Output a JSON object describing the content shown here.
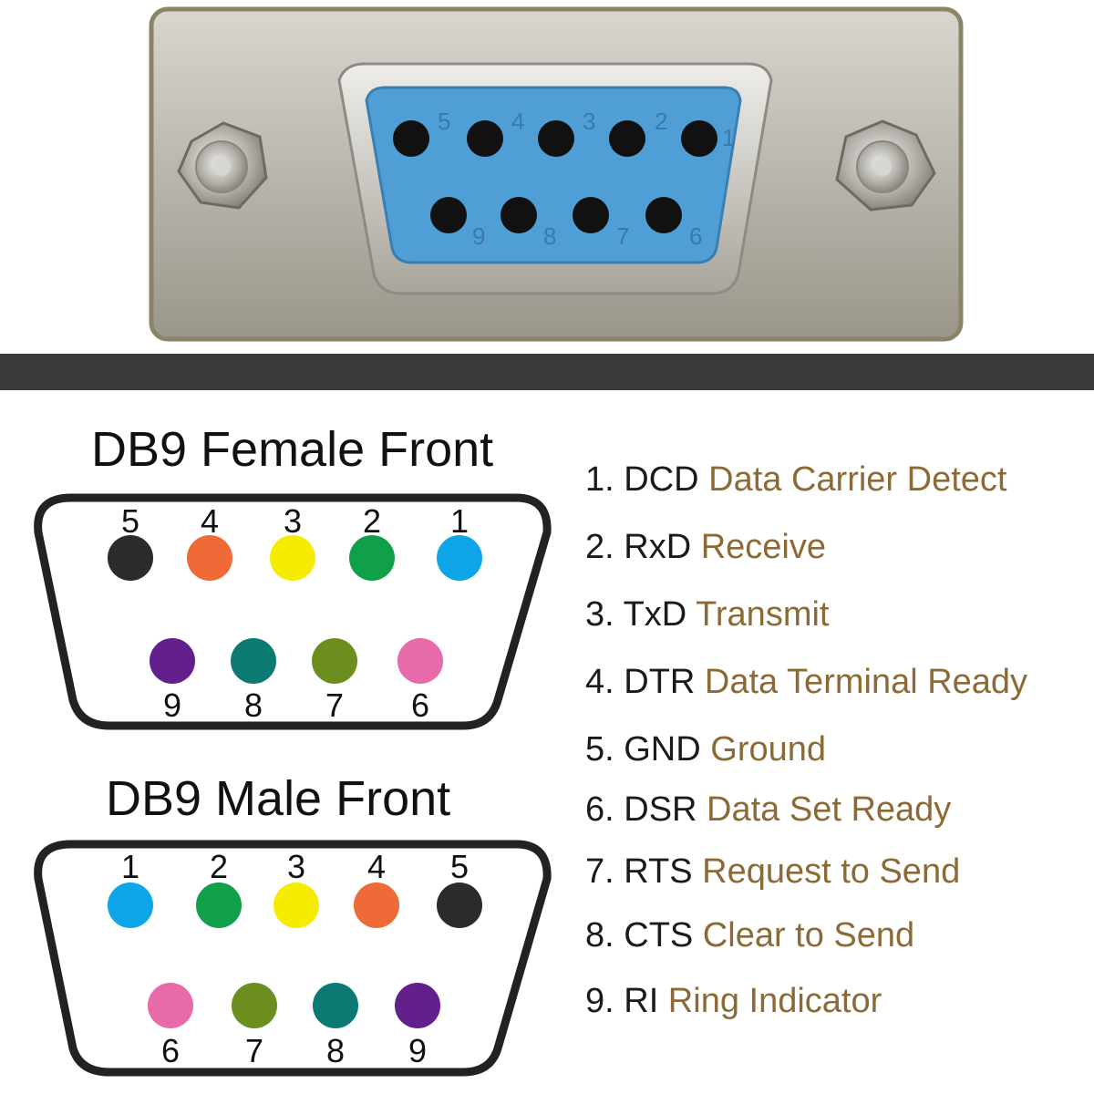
{
  "female": {
    "title": "DB9 Female Front",
    "top_pins": [
      "5",
      "4",
      "3",
      "2",
      "1"
    ],
    "bottom_pins": [
      "9",
      "8",
      "7",
      "6"
    ]
  },
  "male": {
    "title": "DB9 Male Front",
    "top_pins": [
      "1",
      "2",
      "3",
      "4",
      "5"
    ],
    "bottom_pins": [
      "6",
      "7",
      "8",
      "9"
    ]
  },
  "photo_pin_numbers": [
    "5",
    "4",
    "3",
    "2",
    "1",
    "9",
    "8",
    "7",
    "6"
  ],
  "pin_colors": {
    "1": "#0ea5e9",
    "2": "#10a04a",
    "3": "#f5ec00",
    "4": "#ee6a36",
    "5": "#2b2b2b",
    "6": "#e86aa8",
    "7": "#6b8e1f",
    "8": "#0b7a72",
    "9": "#631f8c"
  },
  "colors": {
    "code_text": "#1a1a1a",
    "description_text": "#8b6a36",
    "divider": "#3a3a3a",
    "connector_face": "#4f9fd6"
  },
  "pinout": [
    {
      "code": "1. DCD",
      "desc": "Data Carrier Detect"
    },
    {
      "code": "2. RxD",
      "desc": "Receive"
    },
    {
      "code": "3. TxD",
      "desc": "Transmit"
    },
    {
      "code": "4. DTR",
      "desc": "Data Terminal Ready"
    },
    {
      "code": "5. GND",
      "desc": "Ground"
    },
    {
      "code": "6. DSR",
      "desc": "Data Set Ready"
    },
    {
      "code": "7. RTS",
      "desc": "Request to Send"
    },
    {
      "code": "8. CTS",
      "desc": "Clear to Send"
    },
    {
      "code": "9. RI",
      "desc": "Ring Indicator"
    }
  ]
}
